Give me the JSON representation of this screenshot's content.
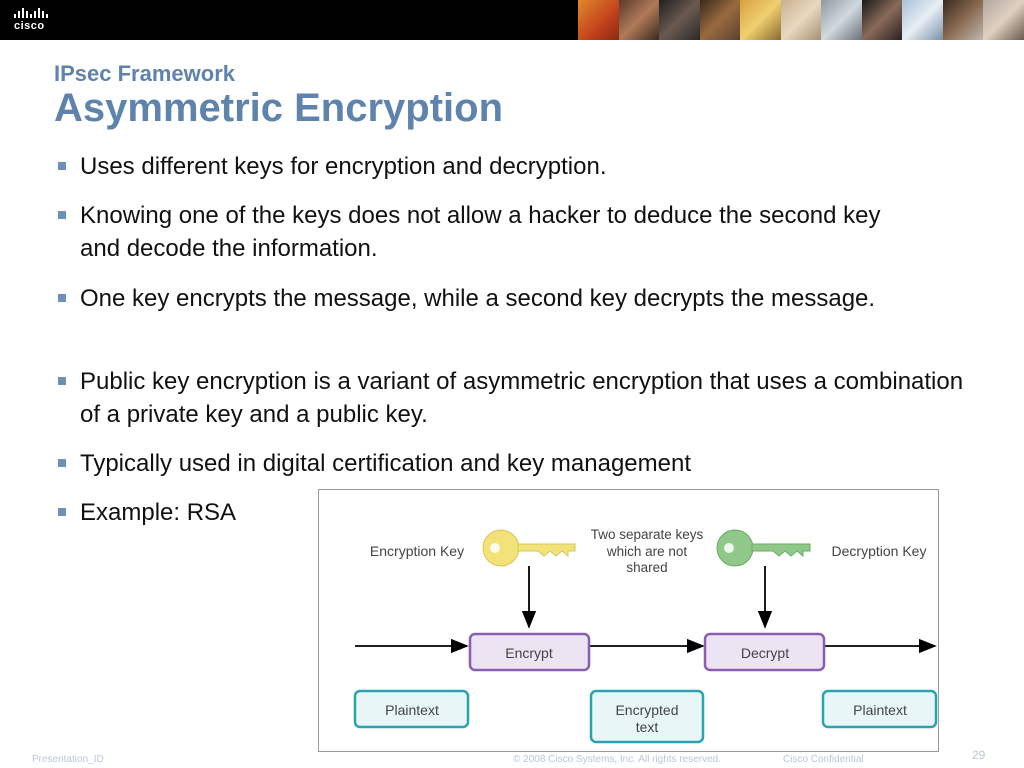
{
  "header": {
    "logo_text": "cisco"
  },
  "slide": {
    "subtitle": "IPsec Framework",
    "title": "Asymmetric Encryption",
    "bullets": [
      "Uses different keys for encryption and decryption.",
      "Knowing one of the keys does not allow a hacker to deduce the second key and decode the information.",
      "One key encrypts the message, while a second key decrypts the message.",
      "Public key encryption is a variant of asymmetric encryption that uses a combination of a private key and a public key.",
      "Typically used in digital certification and key management",
      "Example: RSA"
    ]
  },
  "diagram": {
    "encryption_key_label": "Encryption Key",
    "decryption_key_label": "Decryption Key",
    "note_line1": "Two separate keys",
    "note_line2": "which are not",
    "note_line3": "shared",
    "encrypt_label": "Encrypt",
    "decrypt_label": "Decrypt",
    "plaintext_left": "Plaintext",
    "encrypted_line1": "Encrypted",
    "encrypted_line2": "text",
    "plaintext_right": "Plaintext",
    "colors": {
      "encryption_key": "#f1e27a",
      "decryption_key": "#8fc889",
      "process_fill": "#ece4f2",
      "process_stroke": "#8a5db0",
      "data_fill": "#e8f6f8",
      "data_stroke": "#29a3b0"
    }
  },
  "footer": {
    "presentation_id": "Presentation_ID",
    "copyright": "© 2008 Cisco Systems, Inc. All rights reserved.",
    "confidential": "Cisco Confidential",
    "page_number": "29"
  }
}
